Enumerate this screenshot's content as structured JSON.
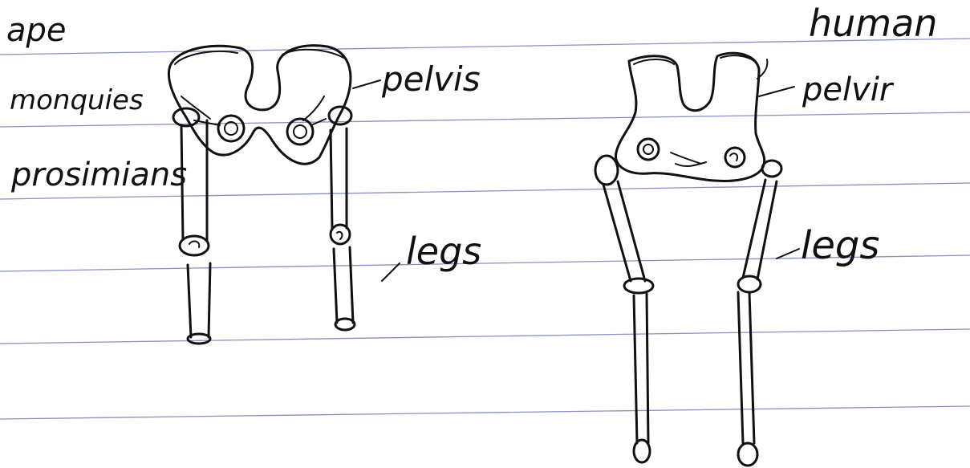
{
  "labels": {
    "ape": "ape",
    "monkeys": "monquies",
    "prosimians": "prosimians",
    "pelvis_ape": "pelvis",
    "legs_ape": "legs",
    "human": "human",
    "pelvis_human": "pelvir",
    "legs_human": "legs"
  },
  "colors": {
    "ink": "#111111",
    "rule_lines": "#8a8fc0",
    "paper": "#ffffff"
  }
}
